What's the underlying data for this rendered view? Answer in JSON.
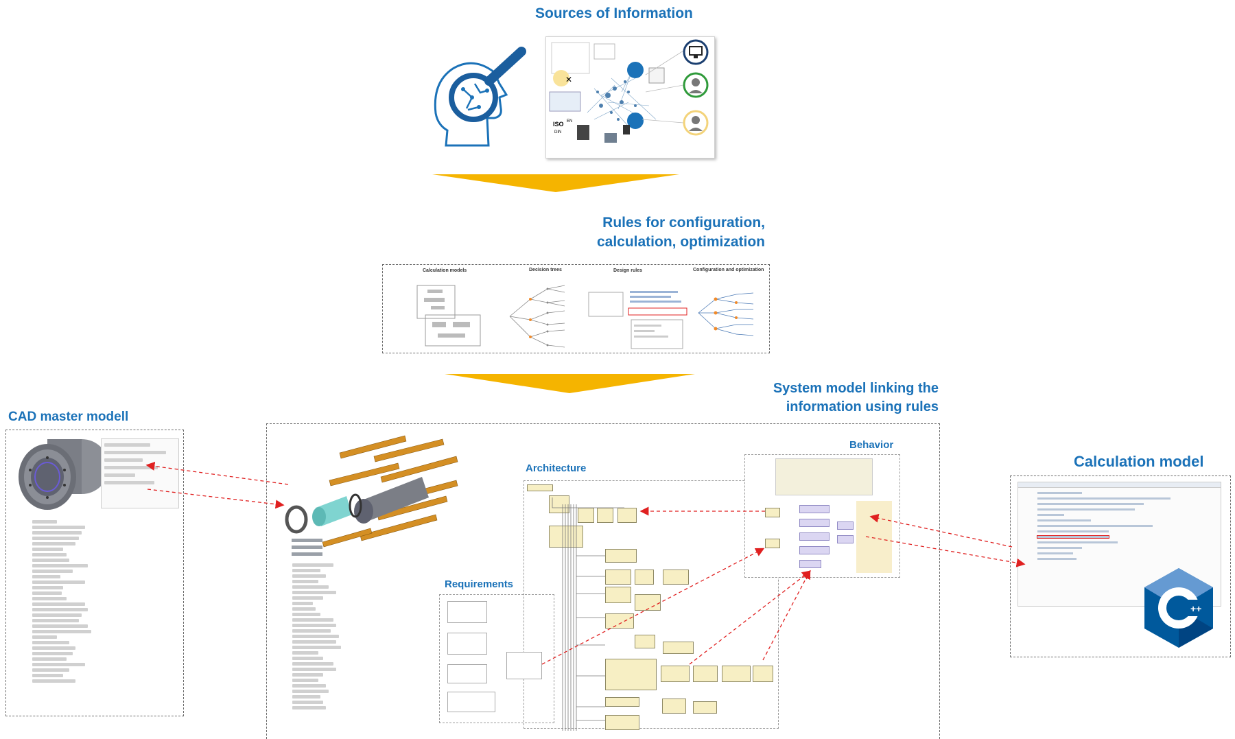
{
  "titles": {
    "sources": "Sources of Information",
    "rules": "Rules for configuration,\ncalculation,  optimization",
    "system_model": "System model linking the\ninformation using rules",
    "cad": "CAD master modell",
    "calc_model": "Calculation model"
  },
  "rules_panel": {
    "labels": [
      "Calculation models",
      "Decision trees",
      "Design rules",
      "Configuration and optimization"
    ]
  },
  "system_panel": {
    "architecture": "Architecture",
    "requirements": "Requirements",
    "behavior": "Behavior"
  },
  "sources_panel": {
    "iso_text": "ISO",
    "en_text": "EN",
    "din_text": "DIN"
  },
  "colors": {
    "accent_blue": "#1b72b8",
    "arrow_yellow": "#f5b400",
    "arrow_red": "#e02020",
    "uml_fill": "#f7efc4",
    "cpp_blue": "#00599c"
  },
  "icons": [
    "magnifier-head-icon",
    "network-graph-icon",
    "monitor-person-icon",
    "engineer-icon",
    "worker-icon",
    "cpp-logo-icon"
  ]
}
